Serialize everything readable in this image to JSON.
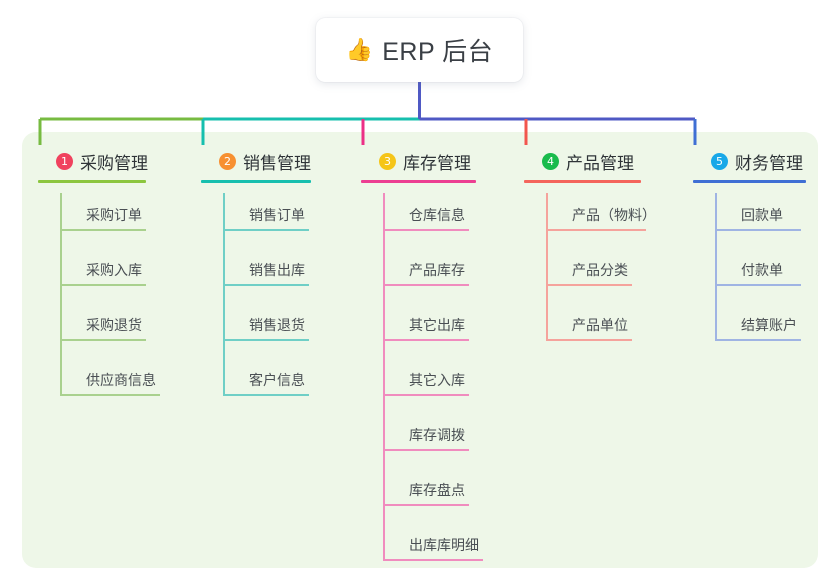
{
  "root": {
    "icon": "thumbs-up-icon",
    "icon_glyph": "👍",
    "label": "ERP 后台"
  },
  "palette": {
    "panel_bg": "#eef7e8",
    "page_bg": "#ffffff",
    "root_text": "#3a3f45",
    "title_text": "#2f3438",
    "leaf_text": "#4a4f54",
    "bus_left_green": "#77bb41",
    "bus_teal": "#16bfae",
    "bus_indigo": "#4f59c4",
    "drop_pink": "#ec2f86",
    "drop_red": "#f2564e",
    "drop_blue": "#3f6fd4",
    "drop_green": "#77bb41",
    "drop_teal": "#16bfae"
  },
  "columns": [
    {
      "index": "1",
      "title": "采购管理",
      "badge_color": "#f0425e",
      "rule_color": "#8cc63f",
      "line_color": "#a9d18e",
      "name": "purchase-management",
      "items": [
        "采购订单",
        "采购入库",
        "采购退货",
        "供应商信息"
      ]
    },
    {
      "index": "2",
      "title": "销售管理",
      "badge_color": "#f79031",
      "rule_color": "#17bfae",
      "line_color": "#6fcfc6",
      "name": "sales-management",
      "items": [
        "销售订单",
        "销售出库",
        "销售退货",
        "客户信息"
      ]
    },
    {
      "index": "3",
      "title": "库存管理",
      "badge_color": "#f5c518",
      "rule_color": "#ec3f92",
      "line_color": "#f08cbe",
      "name": "inventory-management",
      "items": [
        "仓库信息",
        "产品库存",
        "其它出库",
        "其它入库",
        "库存调拨",
        "库存盘点",
        "出库库明细"
      ]
    },
    {
      "index": "4",
      "title": "产品管理",
      "badge_color": "#19bb4c",
      "rule_color": "#f4655c",
      "line_color": "#f5a39c",
      "name": "product-management",
      "items": [
        "产品（物料）",
        "产品分类",
        "产品单位"
      ]
    },
    {
      "index": "5",
      "title": "财务管理",
      "badge_color": "#18a8e8",
      "rule_color": "#3f6fd4",
      "line_color": "#9fb4e3",
      "name": "finance-management",
      "items": [
        "回款单",
        "付款单",
        "结算账户"
      ]
    }
  ]
}
